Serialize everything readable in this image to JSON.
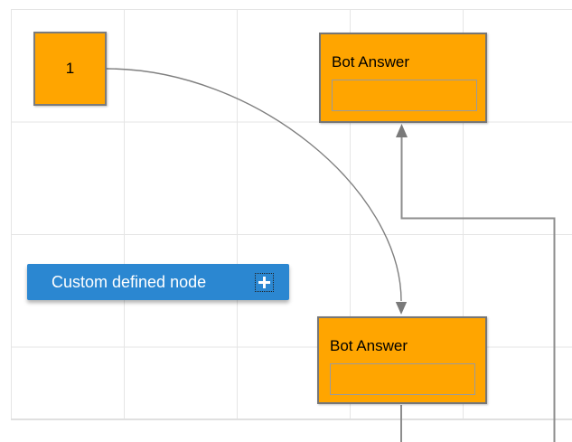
{
  "canvas": {
    "background": "#ffffff",
    "grid_line_color": "#e5e5e5",
    "page_bottom_border_color": "#e0e0e0"
  },
  "nodes": {
    "square": {
      "label": "1",
      "fill": "#ffa500",
      "border_color": "#7b7b7b"
    },
    "bot_answer_top": {
      "title": "Bot Answer",
      "fill": "#ffa500",
      "input_value": "",
      "border_color": "#767676"
    },
    "bot_answer_bottom": {
      "title": "Bot Answer",
      "fill": "#ffa500",
      "input_value": "",
      "border_color": "#767676"
    },
    "custom": {
      "label": "Custom defined node",
      "fill": "#2b87d1",
      "text_color": "#ffffff",
      "add_icon": "plus"
    }
  },
  "connectors": {
    "bezier_color": "#7f7f7f",
    "orthogonal_color": "#8d8d8d",
    "arrowhead_color": "#7a7a7a"
  }
}
